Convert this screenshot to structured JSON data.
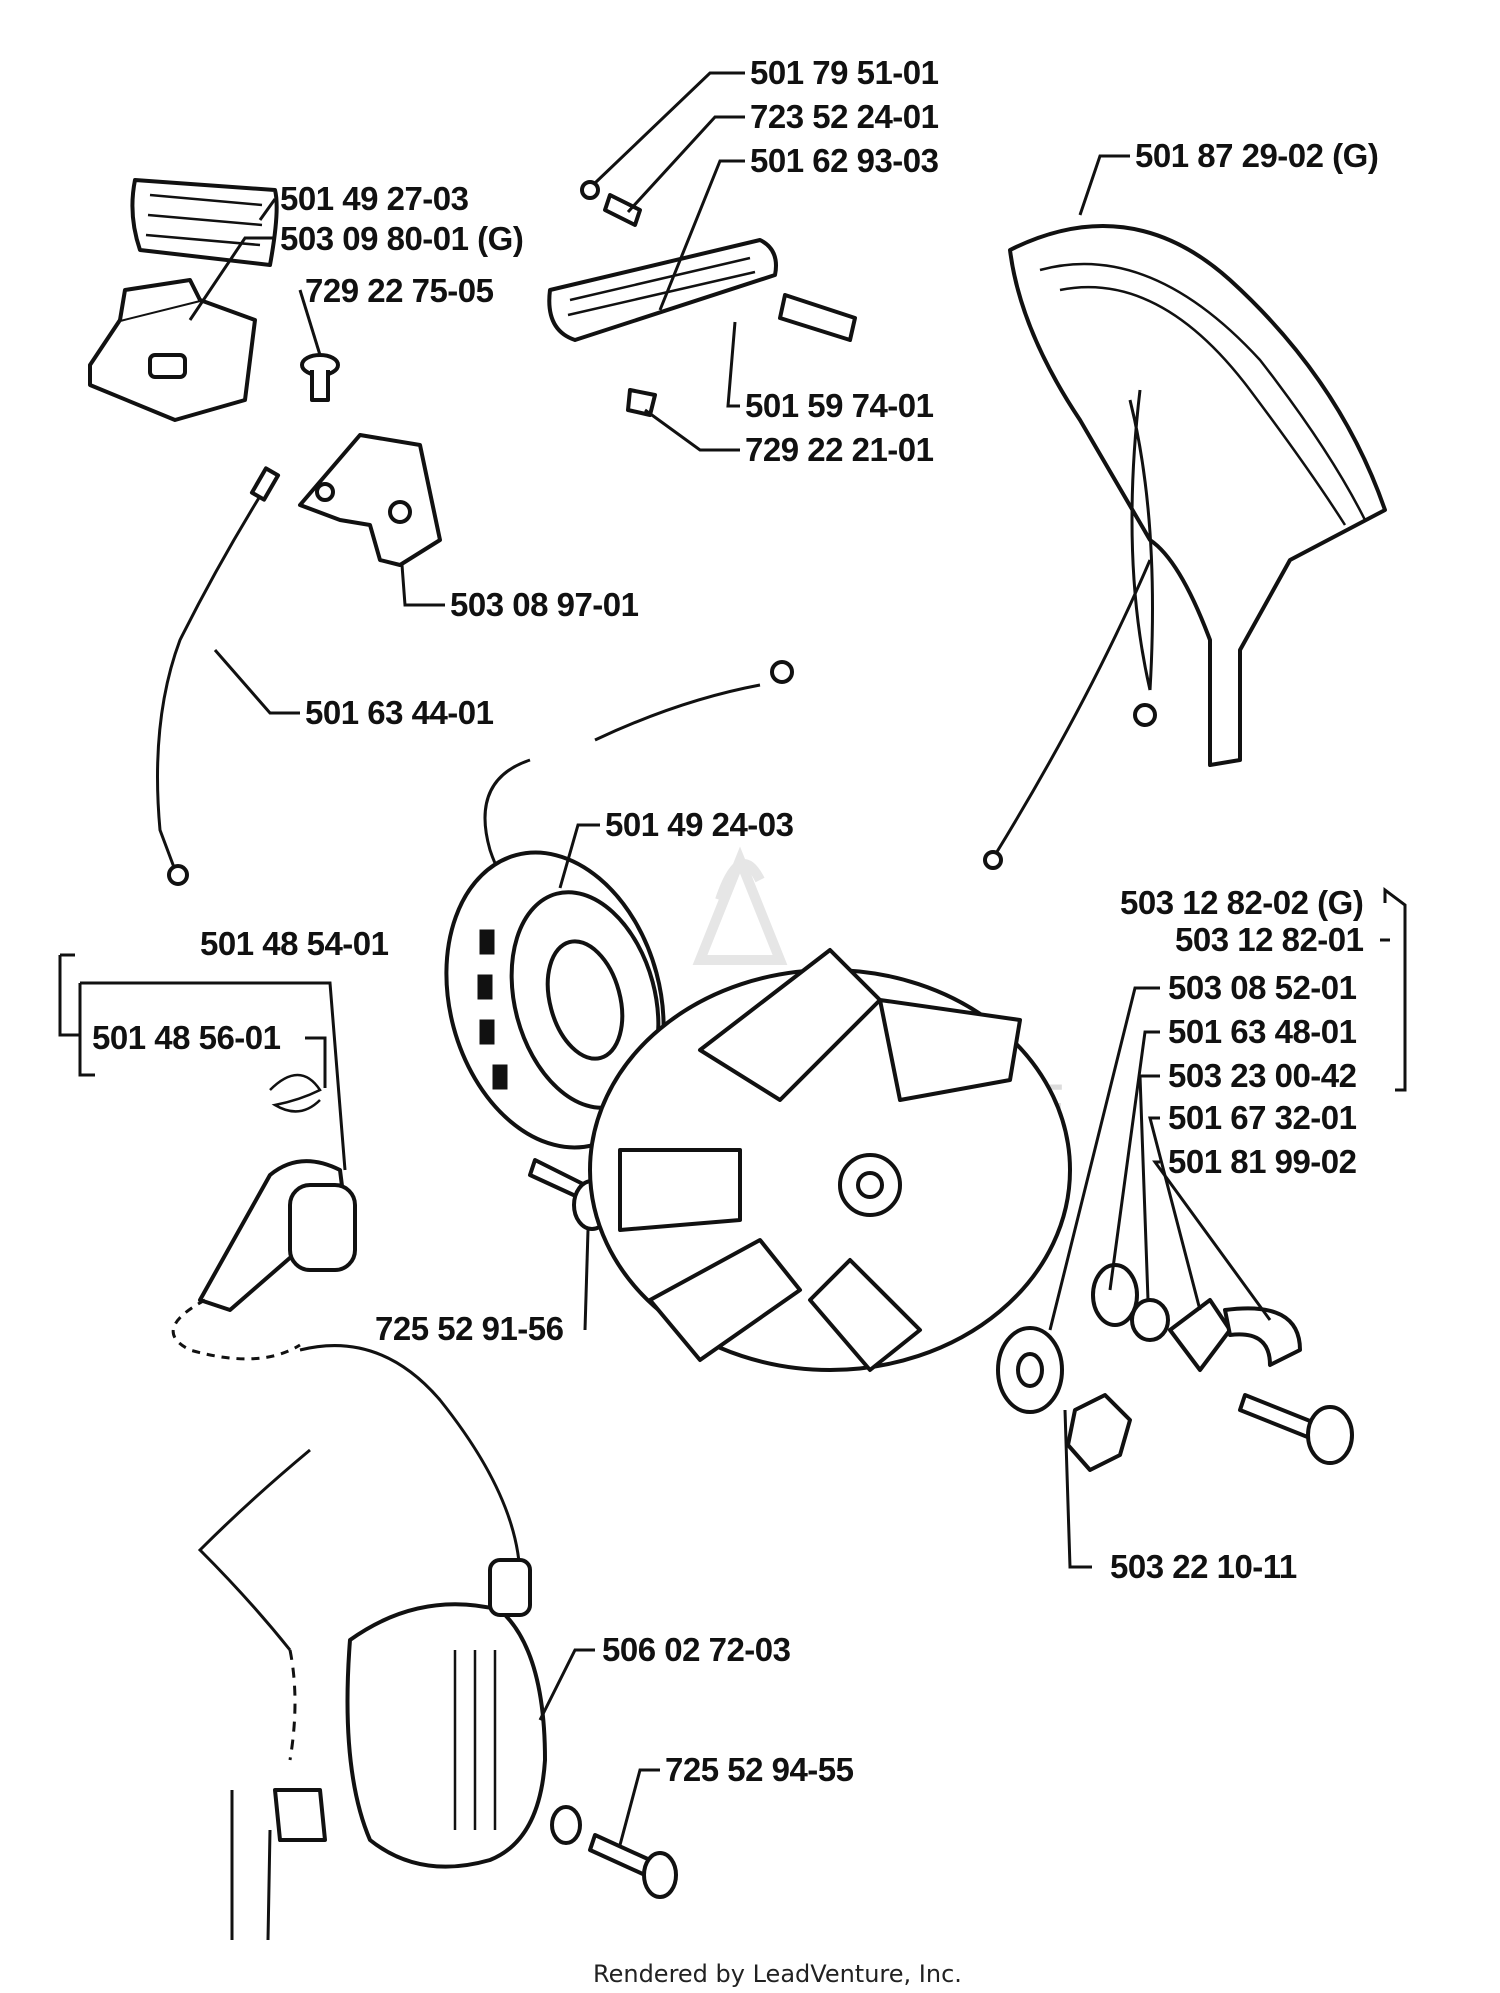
{
  "labels": {
    "p501795101": "501 79 51-01",
    "p723522401": "723 52 24-01",
    "p501629303": "501 62 93-03",
    "p501872902g": "501 87 29-02 (G)",
    "p501492703": "501 49 27-03",
    "p503098001g": "503 09 80-01 (G)",
    "p729227505": "729 22 75-05",
    "p501597401": "501 59 74-01",
    "p729222101": "729 22 21-01",
    "p503089701": "503 08 97-01",
    "p501634401": "501 63 44-01",
    "p501492403": "501 49 24-03",
    "p503128202g": "503 12 82-02 (G)",
    "p503128201": "503 12 82-01",
    "p501485401": "501 48 54-01",
    "p503085201": "503 08 52-01",
    "p501485601": "501 48 56-01",
    "p501634801": "501 63 48-01",
    "p503230042": "503 23 00-42",
    "p501673201": "501 67 32-01",
    "p501819902": "501 81 99-02",
    "p725529156": "725 52 91-56",
    "p503221011": "503 22 10-11",
    "p506027203": "506 02 72-03",
    "p725529455": "725 52 94-55"
  },
  "footer": "Rendered by LeadVenture, Inc."
}
